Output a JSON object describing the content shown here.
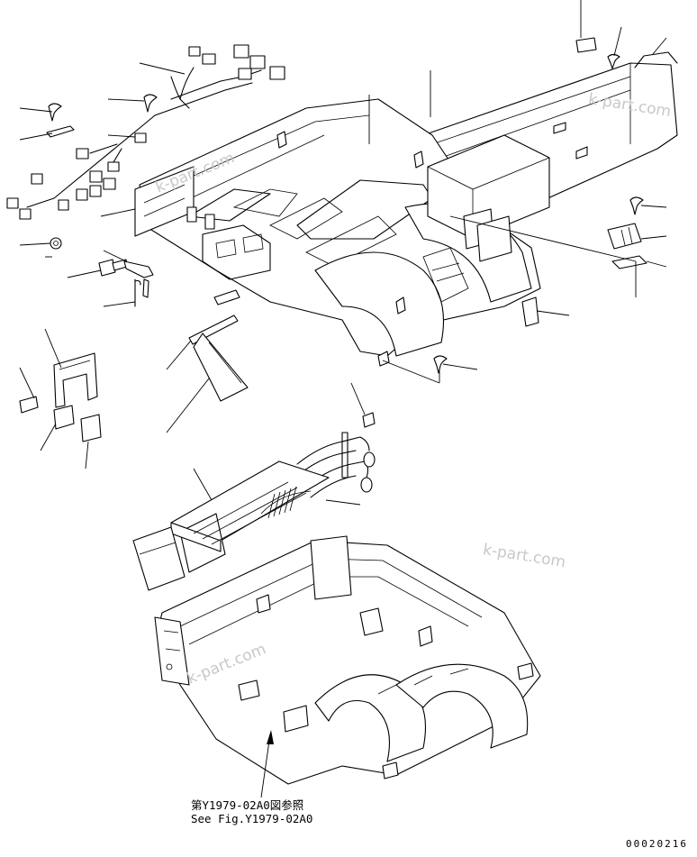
{
  "reference": {
    "line_jp": "第Y1979-02A0図参照",
    "line_en": "See Fig.Y1979-02A0"
  },
  "drawing_code": "00020216",
  "watermarks": [
    "k-part.com",
    "k-part.com",
    "k-part.com",
    "k-part.com"
  ]
}
